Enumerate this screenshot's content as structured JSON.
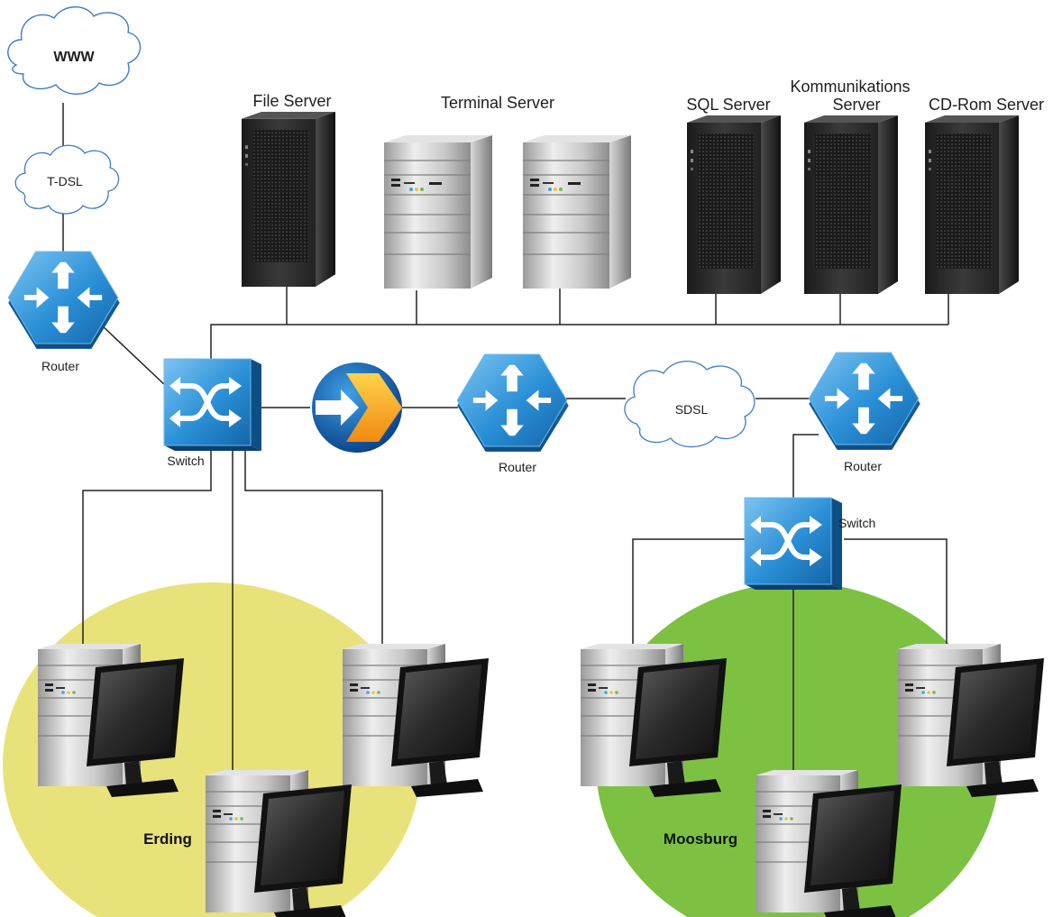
{
  "clouds": {
    "www": "WWW",
    "tdsl": "T-DSL",
    "sdsl": "SDSL"
  },
  "routers": {
    "internet": "Router",
    "center": "Router",
    "remote": "Router"
  },
  "switches": {
    "main": "Switch",
    "remote": "Switch"
  },
  "servers": {
    "file": "File Server",
    "terminal": "Terminal Server",
    "sql": "SQL Server",
    "communication_line1": "Kommunikations",
    "communication_line2": "Server",
    "cdrom": "CD-Rom Server"
  },
  "sites": {
    "left": "Erding",
    "right": "Moosburg"
  },
  "colors": {
    "erding_zone": "#e8e27a",
    "moosburg_zone": "#7dc143",
    "network_device": "#2a8fd6",
    "cloud_outline": "#3a7fc4"
  },
  "icons": [
    "cloud-icon",
    "router-icon",
    "switch-icon",
    "firewall-icon",
    "tower-server-icon",
    "workstation-icon"
  ]
}
